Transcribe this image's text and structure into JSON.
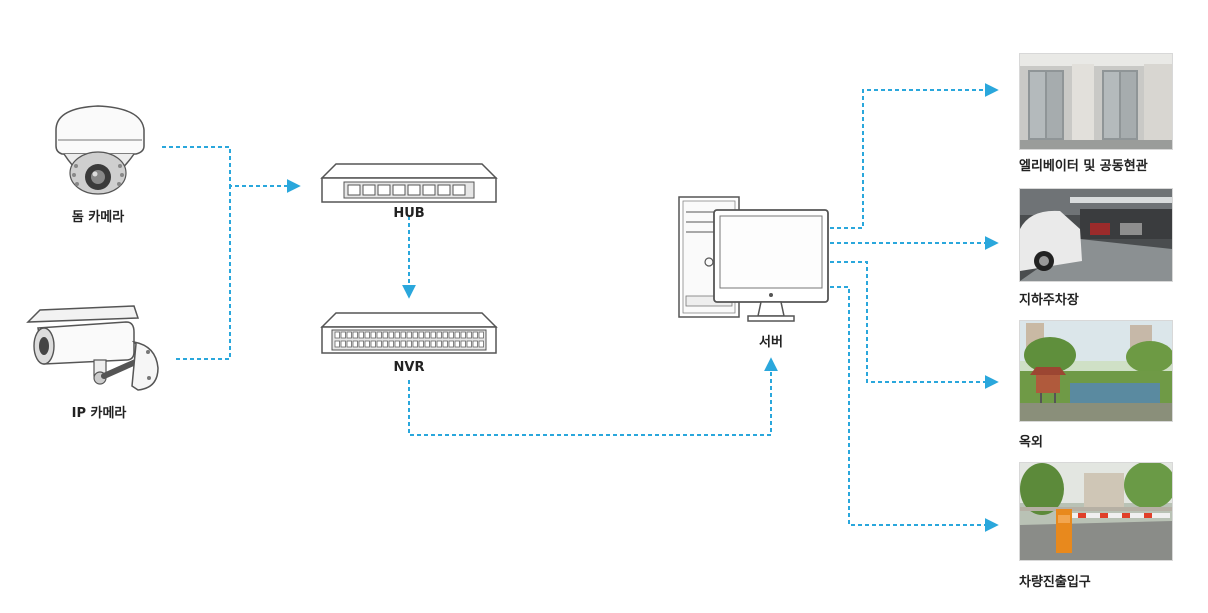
{
  "nodes": {
    "dome_camera": "돔 카메라",
    "ip_camera": "IP 카메라",
    "hub": "HUB",
    "nvr": "NVR",
    "server": "서버"
  },
  "destinations": [
    {
      "label": "엘리베이터 및 공동현관",
      "scene": "elevator-lobby-photo"
    },
    {
      "label": "지하주차장",
      "scene": "underground-parking-photo"
    },
    {
      "label": "옥외",
      "scene": "outdoor-garden-photo"
    },
    {
      "label": "차량진출입구",
      "scene": "vehicle-gate-photo"
    }
  ],
  "colors": {
    "link": "#2aa7dc",
    "device_outline": "#555555",
    "device_fill": "#ffffff"
  },
  "icons": {
    "dome_camera": "dome-camera-icon",
    "ip_camera": "bullet-camera-icon",
    "hub": "network-hub-icon",
    "nvr": "nvr-recorder-icon",
    "server": "desktop-computer-icon"
  }
}
